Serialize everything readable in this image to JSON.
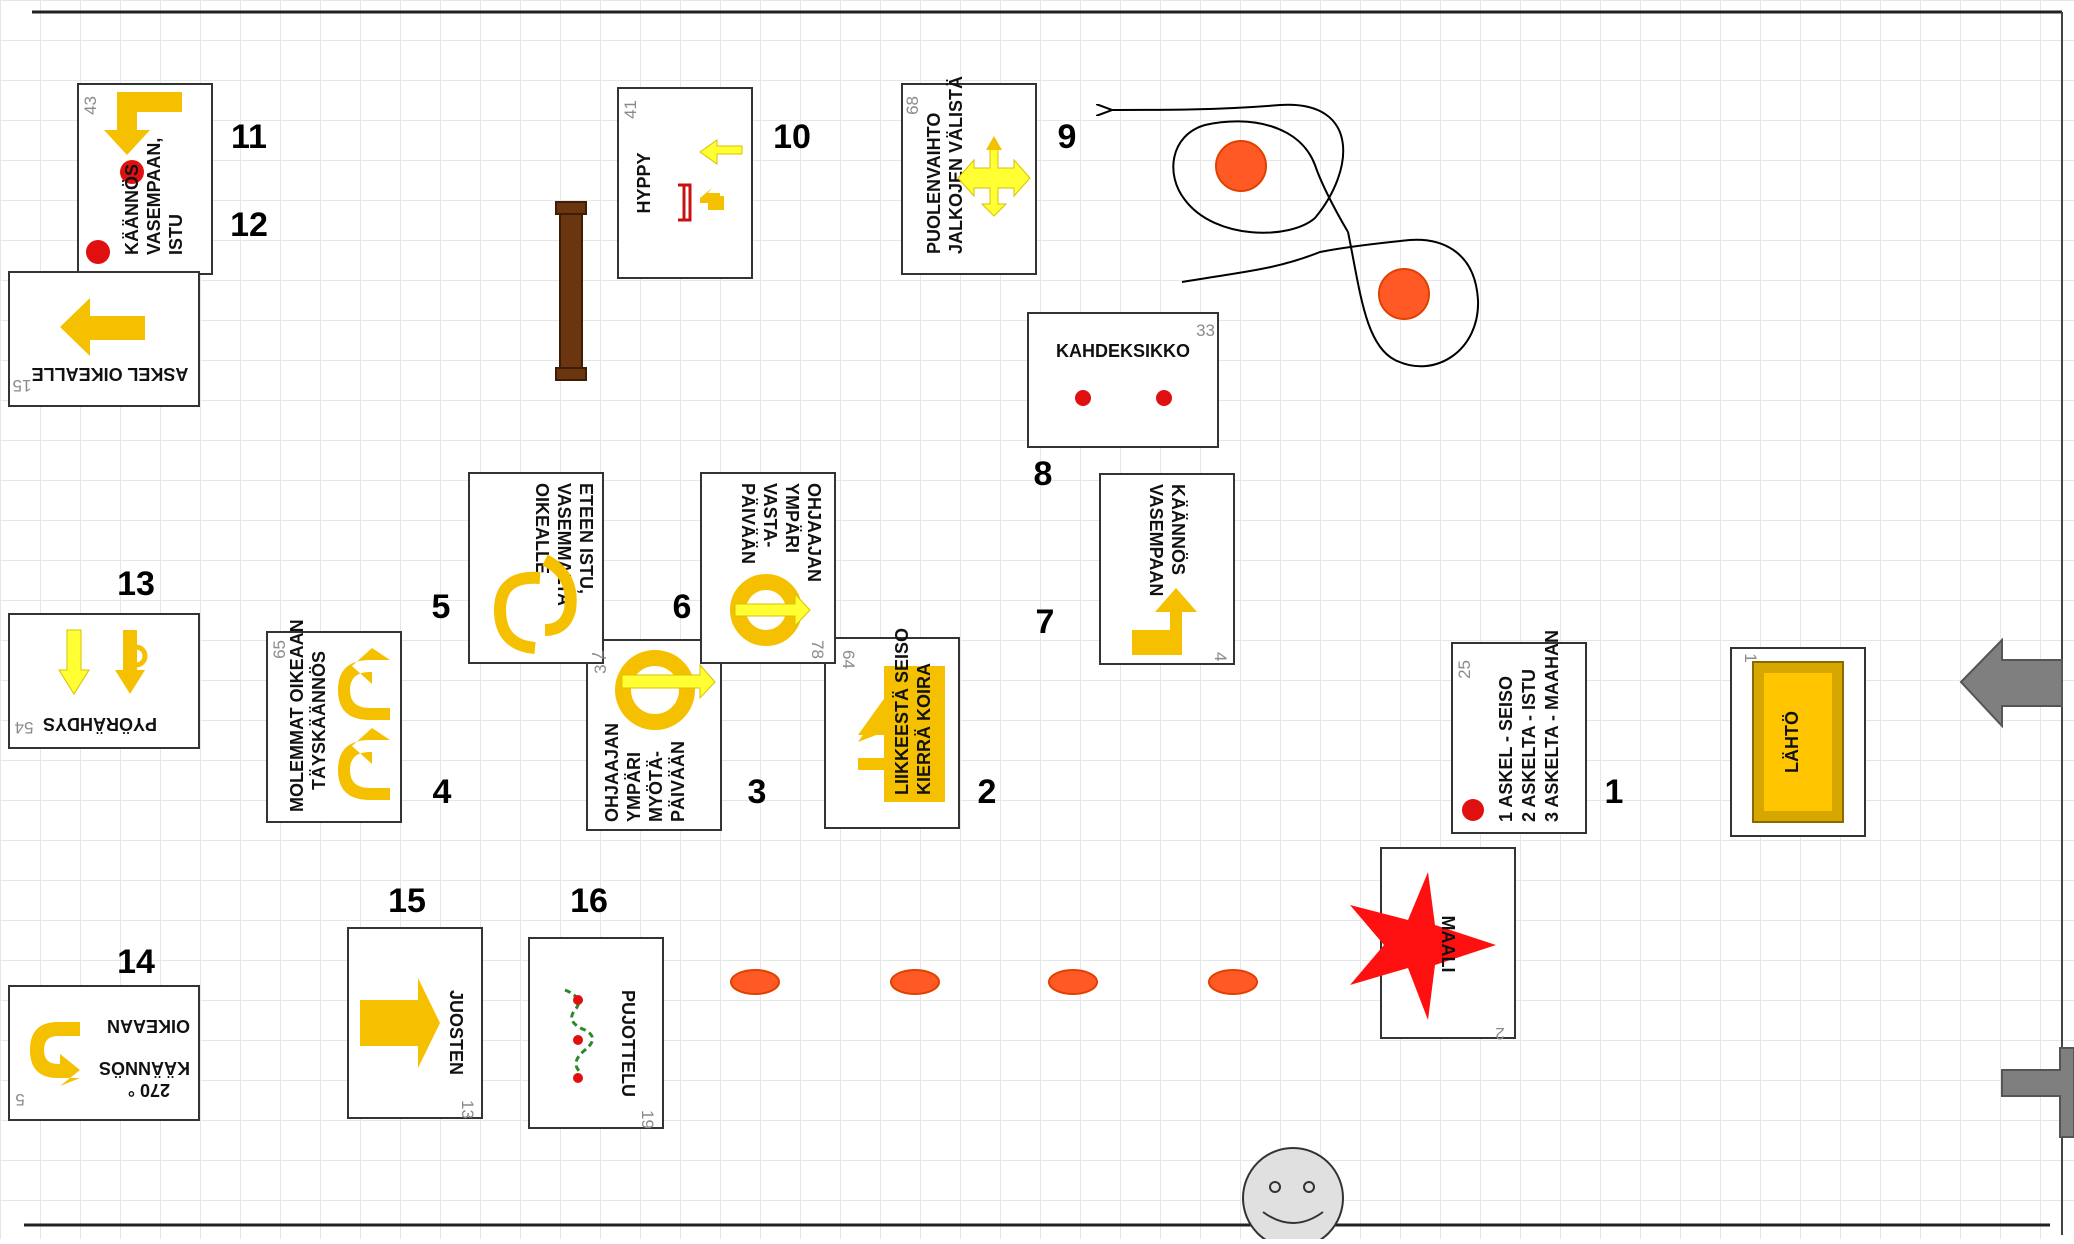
{
  "course": {
    "start_label": "LÄHTÖ",
    "start_card_number": "1",
    "finish_label": "MAALI",
    "finish_card_number": "2"
  },
  "steps": [
    {
      "number": "1",
      "card_number": "25",
      "title_lines": [
        "1 ASKEL    - SEISO",
        "2 ASKELTA - ISTU",
        "3 ASKELTA - MAAHAN"
      ]
    },
    {
      "number": "2",
      "card_number": "64",
      "title_lines": [
        "LIIKKEESTÄ SEISO",
        "KIERRÄ KOIRA"
      ]
    },
    {
      "number": "3",
      "card_number": "34",
      "title_lines": [
        "OHJAAJAN",
        "YMPÄRI",
        "MYÖTÄ-",
        "PÄIVÄÄN"
      ]
    },
    {
      "number": "4",
      "card_number": "65",
      "title_lines": [
        "MOLEMMAT OIKEAAN",
        "TÄYSKÄÄNNÖS"
      ]
    },
    {
      "number": "5",
      "card_number": "7",
      "title_lines": [
        "ETEEN ISTU,",
        "VASEMMALTA",
        "OIKEALLE"
      ]
    },
    {
      "number": "6",
      "card_number": "78",
      "title_lines": [
        "OHJAAJAN",
        "YMPÄRI",
        "VASTA-",
        "PÄIVÄÄN"
      ]
    },
    {
      "number": "7",
      "card_number": "4",
      "title_lines": [
        "KÄÄNNÖS",
        "VASEMPAAN"
      ]
    },
    {
      "number": "8",
      "card_number": "33",
      "title_lines": [
        "KAHDEKSIKKO"
      ]
    },
    {
      "number": "9",
      "card_number": "68",
      "title_lines": [
        "PUOLENVAIHTO",
        "JALKOJEN VÄLISTÄ"
      ]
    },
    {
      "number": "10",
      "card_number": "41",
      "title_lines": [
        "HYPPY"
      ]
    },
    {
      "number": "11",
      "card_number": "43",
      "title_lines": [
        "KÄÄNNÖS",
        "VASEMPAAN,",
        "ISTU"
      ]
    },
    {
      "number": "12",
      "card_number": "15",
      "title_lines": [
        "ASKEL OIKEALLE"
      ]
    },
    {
      "number": "13",
      "card_number": "54",
      "title_lines": [
        "PYÖRÄHDYS"
      ]
    },
    {
      "number": "14",
      "card_number": "5",
      "title_lines": [
        "270 °",
        "KÄÄNNÖS",
        "OIKEAAN"
      ]
    },
    {
      "number": "15",
      "card_number": "13",
      "title_lines": [
        "JUOSTEN"
      ]
    },
    {
      "number": "16",
      "card_number": "19",
      "title_lines": [
        "PUJOTTELU"
      ]
    }
  ],
  "colors": {
    "card_arrow": "#f5c000",
    "card_arrow_stroke": "#d9a400",
    "light_arrow": "#ffff33",
    "cone": "#ff5a25",
    "cone_stroke": "#e04000",
    "jump_bar": "#6b3510",
    "stop_sign": "#e01010",
    "star": "#ff1010",
    "entry_exit_arrows": "#7f7f7f"
  }
}
